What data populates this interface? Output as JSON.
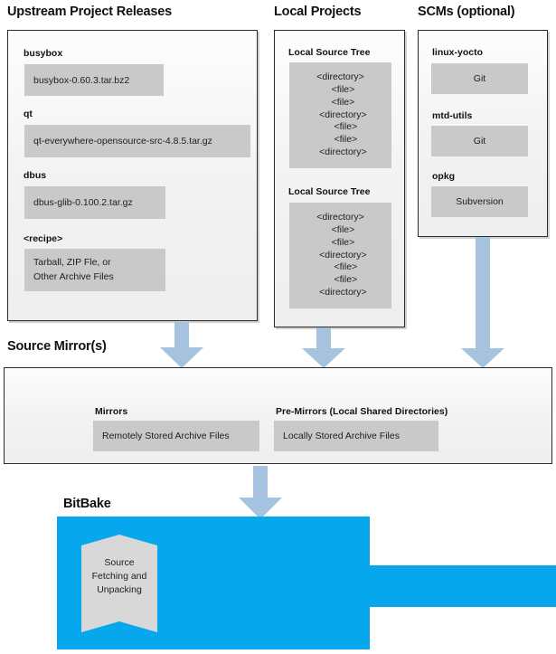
{
  "colors": {
    "arrow": "#a5c3de",
    "bitbake_blue": "#06a7ec",
    "gray_box": "#c9c9c9",
    "panel_border": "#2b2b2b"
  },
  "sections": {
    "upstream": {
      "title": "Upstream Project Releases",
      "items": [
        {
          "label": "busybox",
          "value": "busybox-0.60.3.tar.bz2"
        },
        {
          "label": "qt",
          "value": "qt-everywhere-opensource-src-4.8.5.tar.gz"
        },
        {
          "label": "dbus",
          "value": "dbus-glib-0.100.2.tar.gz"
        },
        {
          "label": "<recipe>",
          "value_line1": "Tarball, ZIP Fle, or",
          "value_line2": "Other Archive Files"
        }
      ]
    },
    "local_projects": {
      "title": "Local Projects",
      "trees": [
        {
          "label": "Local Source Tree",
          "lines": [
            "<directory>",
            "  <file>",
            "  <file>",
            "  <directory>",
            "    <file>",
            "    <file>",
            "  <directory>"
          ]
        },
        {
          "label": "Local Source Tree",
          "lines": [
            "<directory>",
            "  <file>",
            "  <file>",
            "  <directory>",
            "    <file>",
            "    <file>",
            "  <directory>"
          ]
        }
      ]
    },
    "scms": {
      "title": "SCMs (optional)",
      "items": [
        {
          "label": "linux-yocto",
          "value": "Git"
        },
        {
          "label": "mtd-utils",
          "value": "Git"
        },
        {
          "label": "opkg",
          "value": "Subversion"
        }
      ]
    },
    "source_mirrors": {
      "title": "Source Mirror(s)",
      "items": [
        {
          "label": "Mirrors",
          "value": "Remotely Stored Archive Files"
        },
        {
          "label": "Pre-Mirrors (Local Shared Directories)",
          "value": "Locally Stored Archive Files"
        }
      ]
    },
    "bitbake": {
      "title": "BitBake",
      "task": {
        "line1": "Source",
        "line2": "Fetching and",
        "line3": "Unpacking"
      }
    }
  }
}
